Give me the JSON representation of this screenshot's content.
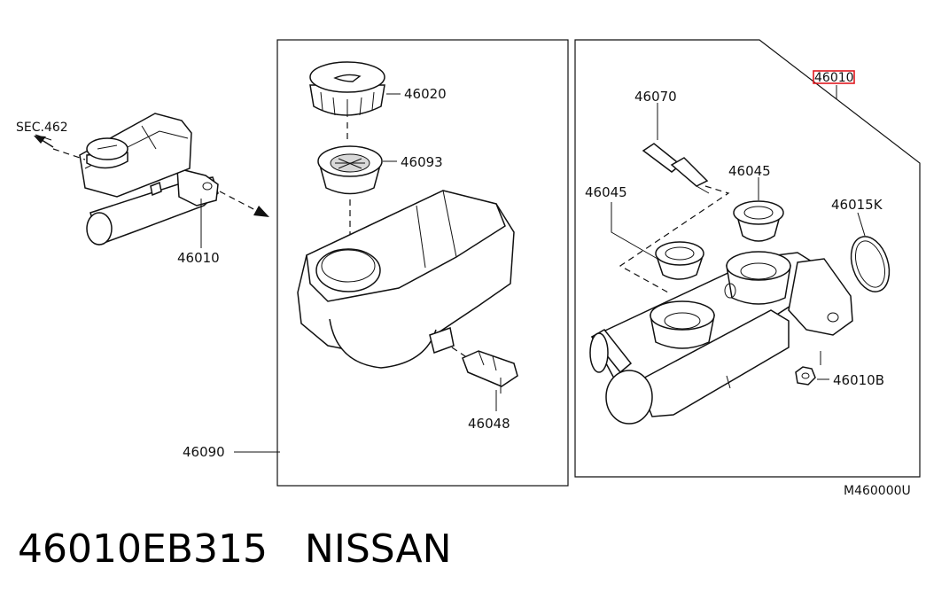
{
  "overview": {
    "sec_ref": "SEC.462",
    "part_number": "46010"
  },
  "reservoir_panel": {
    "cap": "46020",
    "strainer": "46093",
    "sensor": "46048",
    "reservoir": "46090"
  },
  "cylinder_panel": {
    "highlight_label": "46010",
    "pin": "46070",
    "grommet_front": "46045",
    "grommet_rear": "46045",
    "o_ring": "46015K",
    "nut": "46010B"
  },
  "diagram_code": "M460000U",
  "caption": {
    "part_number": "46010EB315",
    "brand": "NISSAN"
  },
  "colors": {
    "highlight": "#e0191f",
    "line": "#111111"
  }
}
